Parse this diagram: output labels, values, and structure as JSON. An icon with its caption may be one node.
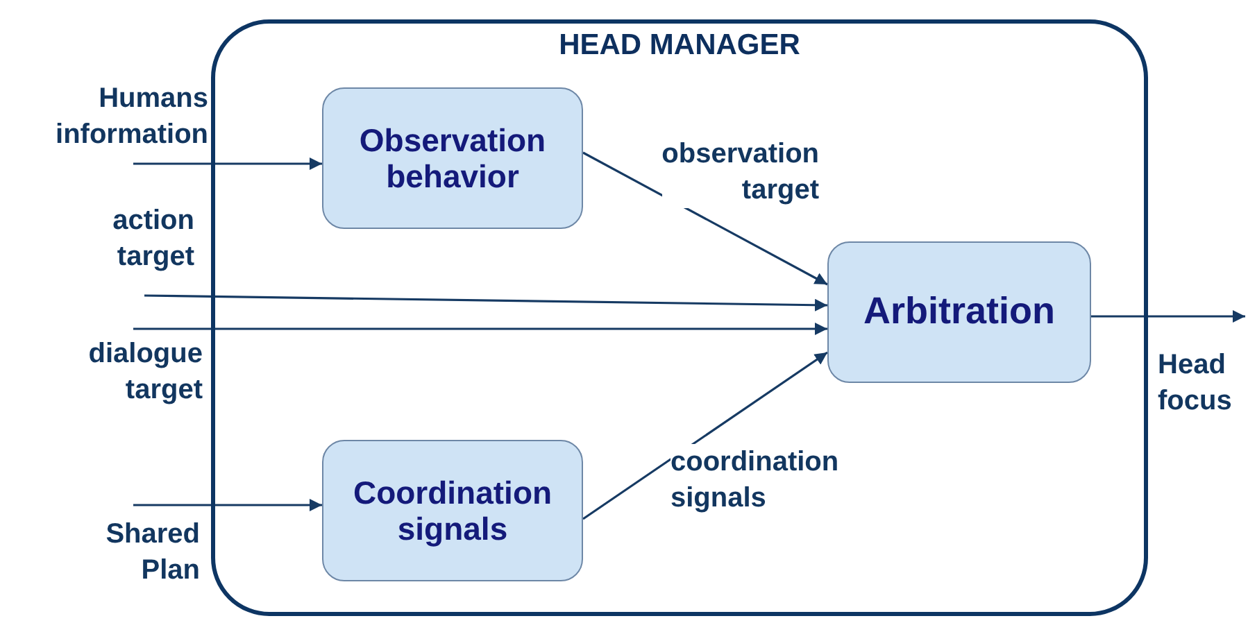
{
  "diagram": {
    "nodes": [
      {
        "text": [
          "HEAD MANAGER"
        ]
      },
      {
        "text": [
          "Observation behavior"
        ],
        "in": 0
      },
      {
        "text": [
          "Arbitration"
        ],
        "in": 0
      },
      {
        "text": [
          "Coordination signals"
        ],
        "in": 0
      }
    ],
    "edges": [
      {
        "from": null,
        "to": 1,
        "arrow": "to",
        "label": "Humans information"
      },
      {
        "from": null,
        "to": 2,
        "arrow": "to",
        "label": "action target"
      },
      {
        "from": null,
        "to": 2,
        "arrow": "to",
        "label": "dialogue target"
      },
      {
        "from": null,
        "to": 3,
        "arrow": "to",
        "label": "Shared Plan"
      },
      {
        "from": 1,
        "to": 2,
        "arrow": "to",
        "label": "observation target"
      },
      {
        "from": 3,
        "to": 2,
        "arrow": "to",
        "label": "coordination signals"
      },
      {
        "from": 2,
        "to": null,
        "arrow": "to",
        "label": "Head focus"
      }
    ]
  }
}
